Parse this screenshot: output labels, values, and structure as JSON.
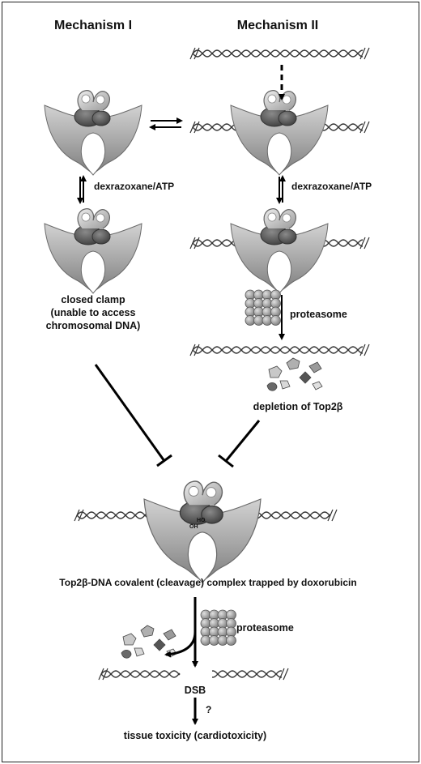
{
  "headers": {
    "mechanism_1": "Mechanism I",
    "mechanism_2": "Mechanism II"
  },
  "labels": {
    "dexrazoxane_left": "dexrazoxane/ATP",
    "dexrazoxane_right": "dexrazoxane/ATP",
    "closed_clamp_line1": "closed clamp",
    "closed_clamp_line2": "(unable to access",
    "closed_clamp_line3": "chromosomal DNA)",
    "proteasome_top": "proteasome",
    "depletion": "depletion of Top2β",
    "ho": "HO",
    "oh": "OH",
    "complex": "Top2β-DNA covalent (cleavage) complex trapped by doxorubicin",
    "proteasome_bottom": "proteasome",
    "dsb": "DSB",
    "question": "?",
    "toxicity": "tissue toxicity (cardiotoxicity)"
  },
  "colors": {
    "enzyme_body": "#a9a9a9",
    "enzyme_dark": "#555555",
    "enzyme_light": "#d9d9d9",
    "dna_stroke": "#333333",
    "arrow": "#000000"
  }
}
